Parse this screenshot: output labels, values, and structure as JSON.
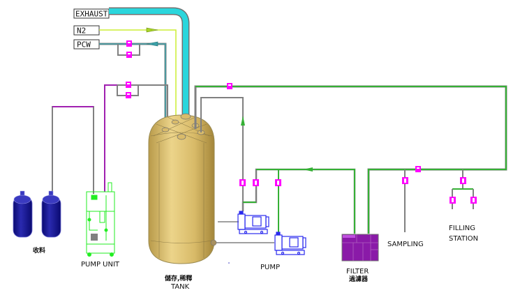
{
  "diagram": {
    "inlets": [
      {
        "id": "exhaust",
        "label": "EXHAUST"
      },
      {
        "id": "n2",
        "label": "N2"
      },
      {
        "id": "pcw",
        "label": "PCW"
      }
    ],
    "equipment": {
      "raw_material": {
        "label": "收料"
      },
      "pump_unit": {
        "label": "PUMP UNIT"
      },
      "tank": {
        "label_zh": "儲存,稀釋",
        "label": "TANK"
      },
      "pump": {
        "label": "PUMP"
      },
      "filter": {
        "label": "FILTER",
        "label_zh": "過濾器"
      },
      "sampling": {
        "label": "SAMPLING"
      },
      "filling_station": {
        "label_line1": "FILLING",
        "label_line2": "STATION"
      }
    },
    "colors": {
      "exhaust_pipe": "#2ad6dc",
      "n2_line": "#ccee33",
      "pcw_line": "#3aa0a8",
      "process_line": "#35b035",
      "feed_line": "#a020b0",
      "generic_line": "#808080",
      "valve": "#ff00ff",
      "tank_body": "#d9bb6a",
      "drum": "#1a1a9a",
      "pump": "#2a2aee",
      "filter": "#8a1aa8",
      "pump_unit": "#22ee22"
    }
  }
}
